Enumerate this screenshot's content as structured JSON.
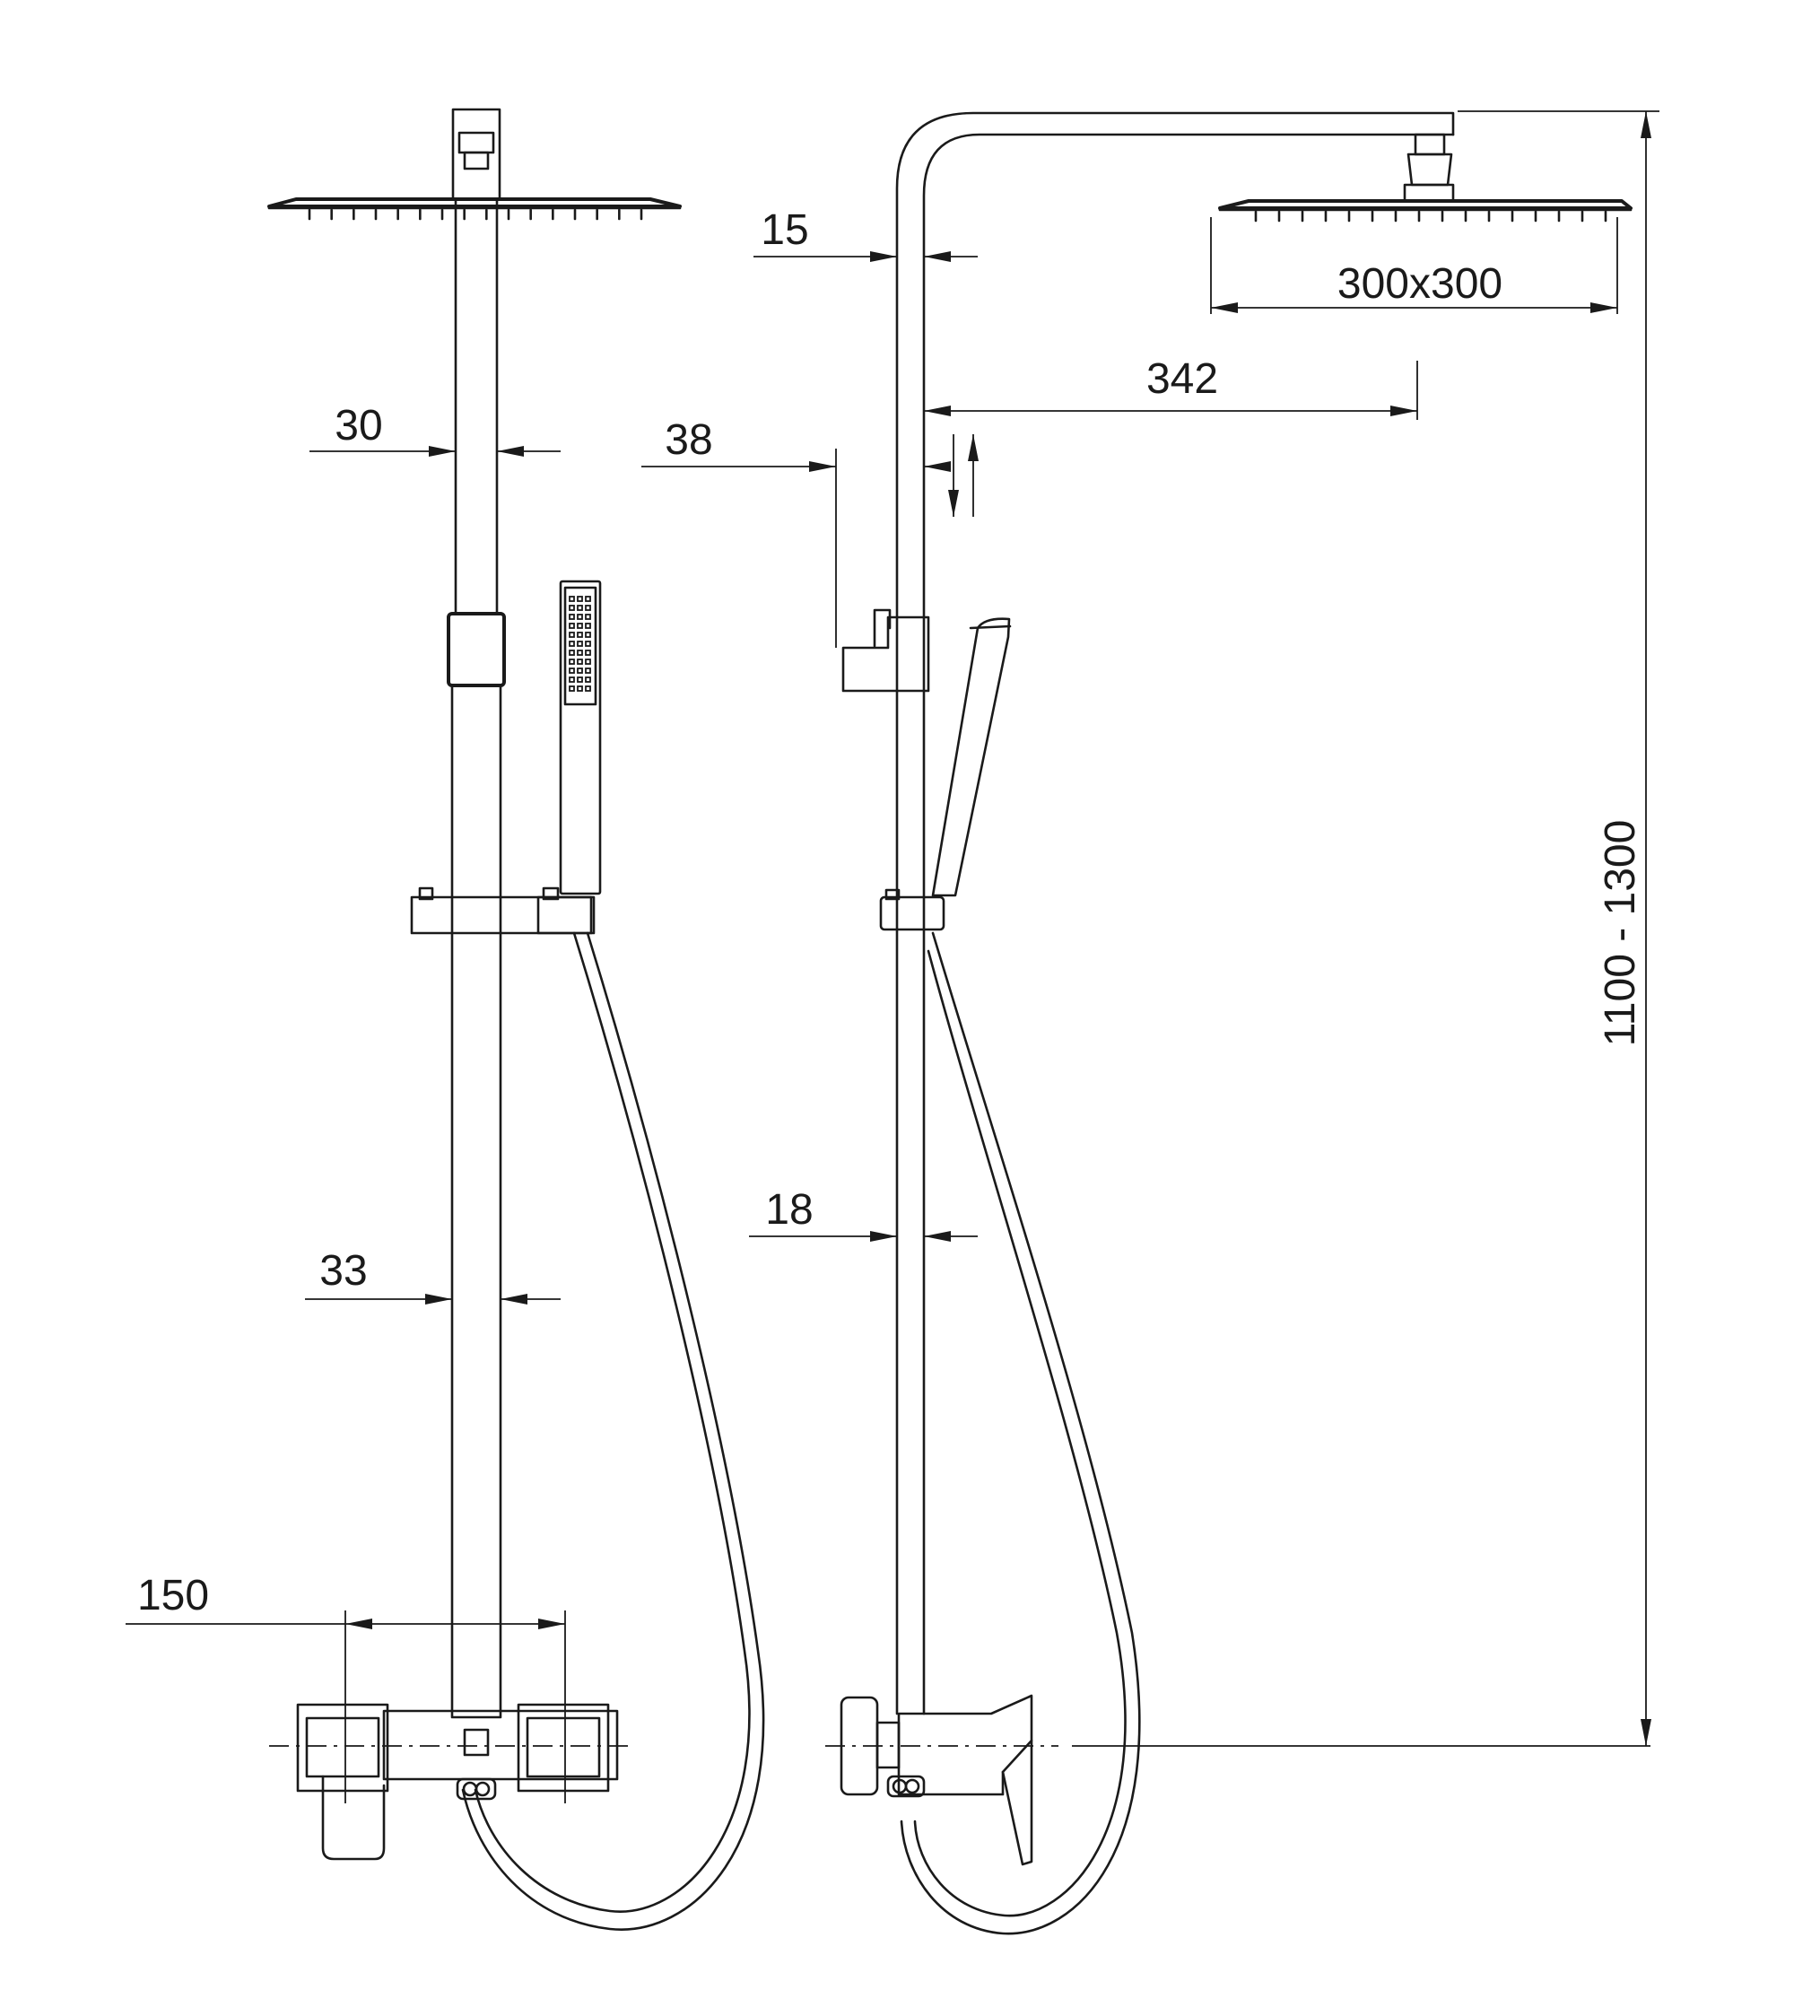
{
  "dimensions": {
    "front_top_pipe": "30",
    "front_bottom_pipe": "33",
    "front_valve_spacing": "150",
    "side_wall_gap_top": "15",
    "side_wall_distance": "38",
    "side_wall_gap_bottom": "18",
    "side_arm_reach": "342",
    "head_size": "300x300",
    "overall_height": "1100 - 1300"
  }
}
